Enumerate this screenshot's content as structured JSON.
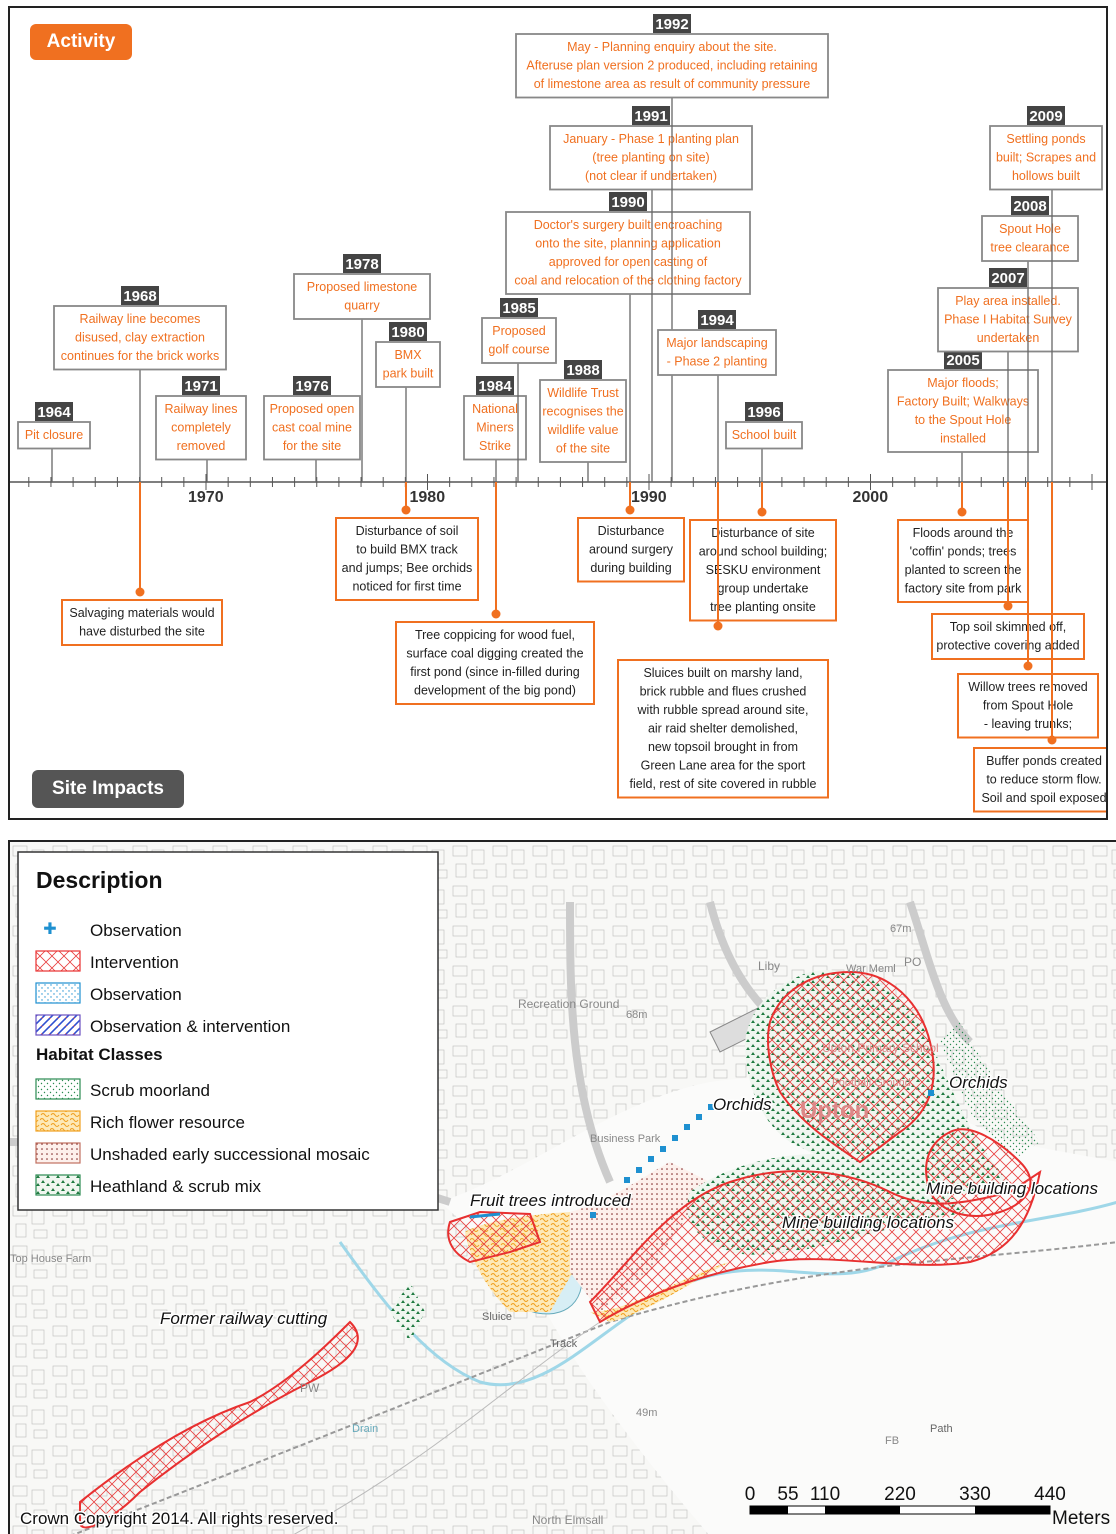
{
  "timeline": {
    "activity_label": "Activity",
    "impacts_label": "Site Impacts",
    "axis_ticks": [
      "1970",
      "1980",
      "1990",
      "2000"
    ],
    "activities": [
      {
        "year": "1964",
        "text": [
          "Pit closure"
        ]
      },
      {
        "year": "1968",
        "text": [
          "Railway line becomes",
          "disused, clay extraction",
          "continues for the brick works"
        ]
      },
      {
        "year": "1971",
        "text": [
          "Railway lines",
          "completely",
          "removed"
        ]
      },
      {
        "year": "1976",
        "text": [
          "Proposed open",
          "cast coal mine",
          "for the site"
        ]
      },
      {
        "year": "1978",
        "text": [
          "Proposed limestone",
          "quarry"
        ]
      },
      {
        "year": "1980",
        "text": [
          "BMX",
          "park built"
        ]
      },
      {
        "year": "1984",
        "text": [
          "National",
          "Miners",
          "Strike"
        ]
      },
      {
        "year": "1985",
        "text": [
          "Proposed",
          "golf course"
        ]
      },
      {
        "year": "1988",
        "text": [
          "Wildlife Trust",
          "recognises the",
          "wildlife value",
          "of the site"
        ]
      },
      {
        "year": "1990",
        "text": [
          "Doctor's surgery built encroaching",
          "onto the site, planning application",
          "approved for open casting of",
          "coal and relocation of the clothing factory"
        ]
      },
      {
        "year": "1991",
        "text": [
          "January - Phase 1 planting plan",
          "(tree planting on site)",
          "(not clear if undertaken)"
        ]
      },
      {
        "year": "1992",
        "text": [
          "May - Planning enquiry about the site.",
          "Afteruse plan version 2 produced, including retaining",
          "of limestone area as result of community pressure"
        ]
      },
      {
        "year": "1994",
        "text": [
          "Major landscaping",
          "- Phase 2 planting"
        ]
      },
      {
        "year": "1996",
        "text": [
          "School built"
        ]
      },
      {
        "year": "2005",
        "text": [
          "Major floods;",
          "Factory Built; Walkways",
          "to the Spout Hole",
          "installed"
        ]
      },
      {
        "year": "2007",
        "text": [
          "Play area installed.",
          "Phase I Habitat Survey",
          "undertaken"
        ]
      },
      {
        "year": "2008",
        "text": [
          "Spout Hole",
          "tree clearance"
        ]
      },
      {
        "year": "2009",
        "text": [
          "Settling ponds",
          "built; Scrapes and",
          "hollows built"
        ]
      }
    ],
    "impacts": [
      {
        "text": [
          "Salvaging materials would",
          "have disturbed the site"
        ]
      },
      {
        "text": [
          "Disturbance of soil",
          "to build BMX track",
          "and jumps; Bee orchids",
          "noticed for first time"
        ]
      },
      {
        "text": [
          "Tree coppicing for wood fuel,",
          "surface coal digging created the",
          "first pond (since in-filled during",
          "development of the big pond)"
        ]
      },
      {
        "text": [
          "Disturbance",
          "around surgery",
          "during building"
        ]
      },
      {
        "text": [
          "Disturbance of site",
          "around school building;",
          "SESKU environment",
          "group undertake",
          "tree planting onsite"
        ]
      },
      {
        "text": [
          "Sluices built on marshy land,",
          "brick rubble and flues crushed",
          "with rubble spread around site,",
          "air raid shelter demolished,",
          "new topsoil brought in from",
          "Green Lane area for the sport",
          "field, rest of site covered in rubble"
        ]
      },
      {
        "text": [
          "Floods around the",
          "'coffin' ponds; trees",
          "planted to screen the",
          "factory site from park"
        ]
      },
      {
        "text": [
          "Top soil skimmed off,",
          "protective covering added"
        ]
      },
      {
        "text": [
          "Willow trees removed",
          "from Spout Hole",
          "- leaving trunks;"
        ]
      },
      {
        "text": [
          "Buffer ponds created",
          "to reduce storm flow.",
          "Soil and spoil exposed"
        ]
      }
    ]
  },
  "map": {
    "legend": {
      "title": "Description",
      "items": [
        {
          "key": "obs_point",
          "label": "Observation"
        },
        {
          "key": "intervention",
          "label": "Intervention"
        },
        {
          "key": "obs_area",
          "label": "Observation"
        },
        {
          "key": "obs_int",
          "label": "Observation & intervention"
        }
      ],
      "habitat_title": "Habitat Classes",
      "habitats": [
        {
          "key": "scrub",
          "label": "Scrub moorland"
        },
        {
          "key": "flower",
          "label": "Rich flower resource"
        },
        {
          "key": "mosaic",
          "label": "Unshaded early successional mosaic"
        },
        {
          "key": "heath",
          "label": "Heathland & scrub mix"
        }
      ]
    },
    "annotations": [
      "Orchids",
      "Orchids",
      "Fruit trees introduced",
      "Mine building locations",
      "Mine building locations",
      "Former railway cutting"
    ],
    "place_names": [
      "Upton",
      "Upton Primary School",
      "Football Ground",
      "Recreation Ground",
      "Business Park",
      "Sluice",
      "Track",
      "Drain",
      "Path",
      "Top House Farm",
      "North Elmsall",
      "War Meml",
      "PO",
      "Liby",
      "PW",
      "FB",
      "49m",
      "68m",
      "67m"
    ],
    "scale": {
      "ticks": [
        "0",
        "55",
        "110",
        "220",
        "330",
        "440"
      ],
      "unit": "Meters"
    },
    "copyright": "Crown Copyright 2014. All rights reserved.",
    "colors": {
      "orange": "#f07020",
      "dark": "#444444",
      "intervention": "#e83030",
      "observation": "#1e90d0"
    }
  }
}
